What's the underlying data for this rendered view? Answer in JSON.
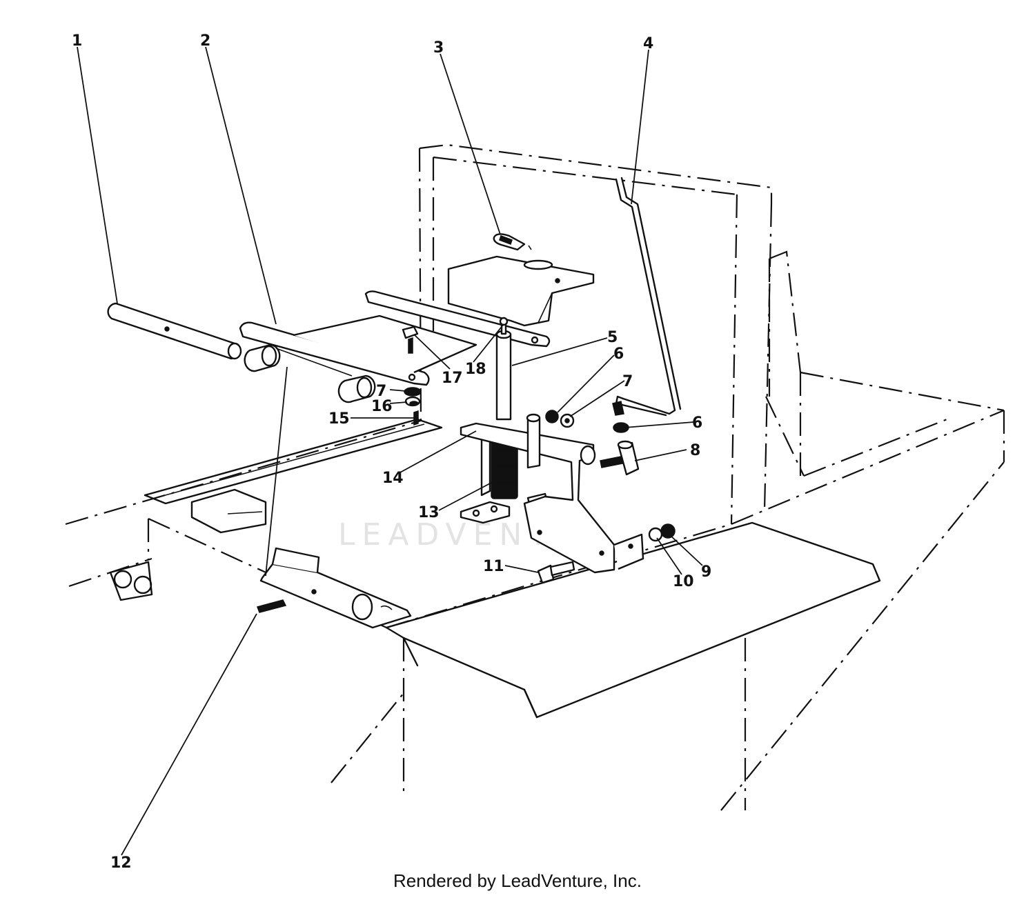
{
  "footer": {
    "text": "Rendered by LeadVenture, Inc."
  },
  "watermark": {
    "text": "LEADVENT"
  },
  "callouts": [
    {
      "label": "1"
    },
    {
      "label": "2"
    },
    {
      "label": "3"
    },
    {
      "label": "4"
    },
    {
      "label": "5"
    },
    {
      "label": "6"
    },
    {
      "label": "7"
    },
    {
      "label": "7"
    },
    {
      "label": "6"
    },
    {
      "label": "8"
    },
    {
      "label": "9"
    },
    {
      "label": "10"
    },
    {
      "label": "11"
    },
    {
      "label": "12"
    },
    {
      "label": "13"
    },
    {
      "label": "14"
    },
    {
      "label": "15"
    },
    {
      "label": "16"
    },
    {
      "label": "17"
    },
    {
      "label": "18"
    }
  ]
}
